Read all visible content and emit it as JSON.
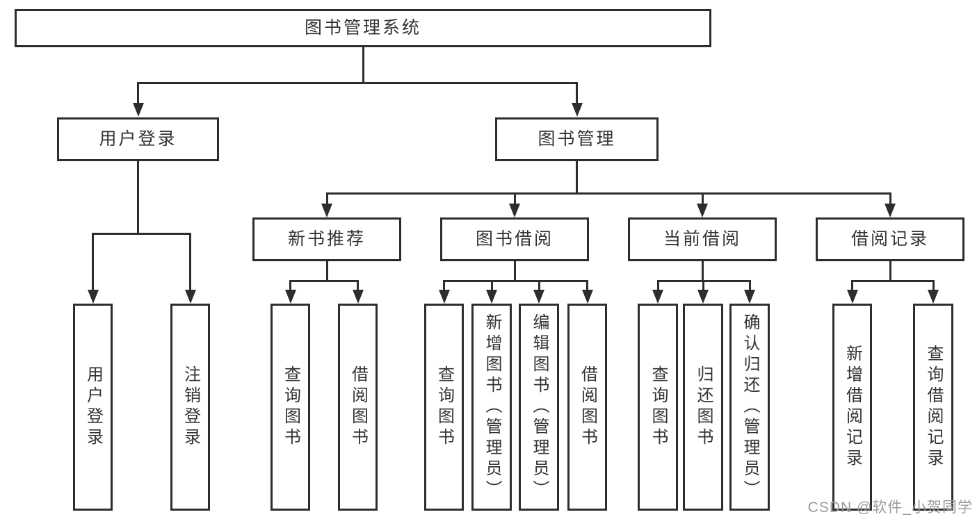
{
  "tree": {
    "label": "图书管理系统",
    "children": [
      {
        "label": "用户登录",
        "children": [
          {
            "label": "用户登录"
          },
          {
            "label": "注销登录"
          }
        ]
      },
      {
        "label": "图书管理",
        "children": [
          {
            "label": "新书推荐",
            "children": [
              {
                "label": "查询图书"
              },
              {
                "label": "借阅图书"
              }
            ]
          },
          {
            "label": "图书借阅",
            "children": [
              {
                "label": "查询图书"
              },
              {
                "label": "新增图书（管理员）"
              },
              {
                "label": "编辑图书（管理员）"
              },
              {
                "label": "借阅图书"
              }
            ]
          },
          {
            "label": "当前借阅",
            "children": [
              {
                "label": "查询图书"
              },
              {
                "label": "归还图书"
              },
              {
                "label": "确认归还（管理员）"
              }
            ]
          },
          {
            "label": "借阅记录",
            "children": [
              {
                "label": "新增借阅记录"
              },
              {
                "label": "查询借阅记录"
              }
            ]
          }
        ]
      }
    ]
  },
  "watermark": {
    "text": "CSDN @软件_小贺同学"
  },
  "colors": {
    "line": "#2d2d2d",
    "text": "#333333",
    "watermark": "#9b9b9b",
    "background": "#ffffff"
  }
}
